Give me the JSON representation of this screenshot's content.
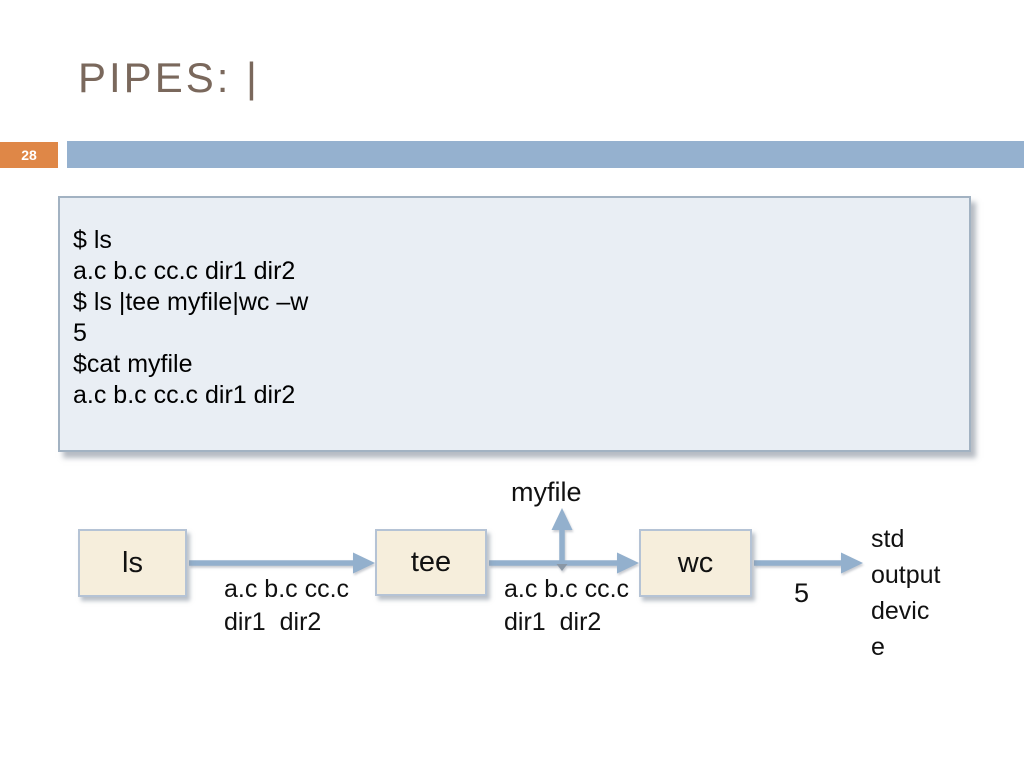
{
  "slide": {
    "title": "PIPES: |",
    "page_number": "28"
  },
  "terminal": {
    "lines": [
      "$ ls",
      "a.c b.c cc.c dir1 dir2",
      "$ ls |tee myfile|wc –w",
      "5",
      "$cat myfile",
      "a.c b.c cc.c dir1 dir2"
    ]
  },
  "diagram": {
    "file_label": "myfile",
    "nodes": [
      {
        "label": "ls"
      },
      {
        "label": "tee"
      },
      {
        "label": "wc"
      }
    ],
    "edge_labels": {
      "ls_to_tee": [
        "a.c b.c cc.c",
        "dir1 dir2"
      ],
      "tee_to_wc": [
        "a.c b.c cc.c",
        "dir1 dir2"
      ],
      "wc_output_count": "5",
      "output_device": [
        "std",
        "output",
        "devic",
        "e"
      ]
    }
  },
  "colors": {
    "title": "#7A685C",
    "page_badge": "#DF8747",
    "header_bar": "#95B1CF",
    "terminal_bg": "#E9EEF4",
    "terminal_border": "#A2B2C2",
    "node_fill": "#F6EEDC",
    "node_border": "#B5C3D5",
    "arrow": "#93B0CD"
  }
}
